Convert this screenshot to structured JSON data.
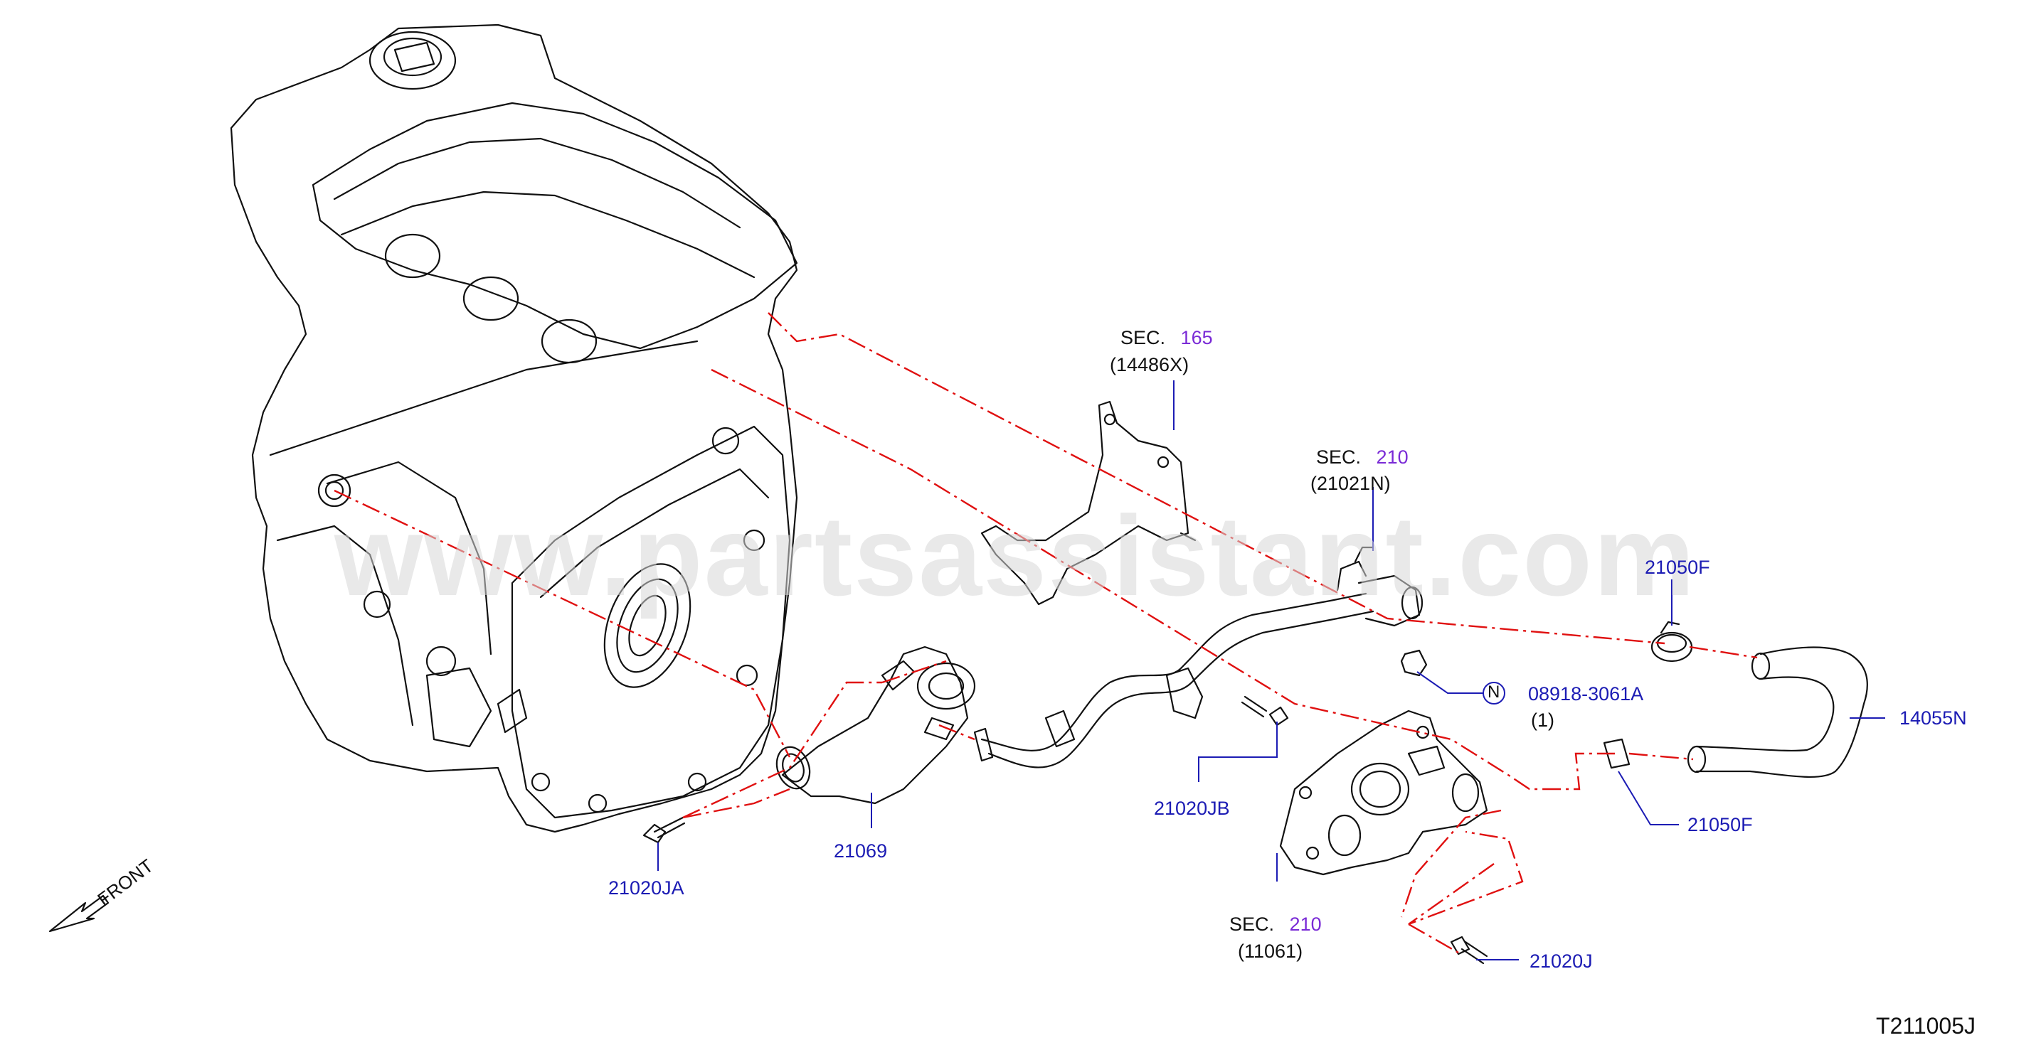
{
  "watermark": "www.partsassistant.com",
  "diagram_code": "T211005J",
  "front_label": "FRONT",
  "parts": {
    "p21020JA": "21020JA",
    "p21069": "21069",
    "p21020JB": "21020JB",
    "p08918": "08918-3061A",
    "p08918_qty": "(1)",
    "nut_symbol": "N",
    "p21050F_top": "21050F",
    "p21050F_bottom": "21050F",
    "p14055N": "14055N",
    "p21020J": "21020J"
  },
  "section_refs": {
    "sec165": {
      "prefix": "SEC.",
      "number": "165",
      "part": "(14486X)"
    },
    "sec210_top": {
      "prefix": "SEC.",
      "number": "210",
      "part": "(21021N)"
    },
    "sec210_bottom": {
      "prefix": "SEC.",
      "number": "210",
      "part": "(11061)"
    }
  },
  "colors": {
    "callout_blue": "#1c1cb4",
    "section_number_purple": "#7a2bd6",
    "dash_red": "#e01010",
    "line_black": "#111111"
  }
}
